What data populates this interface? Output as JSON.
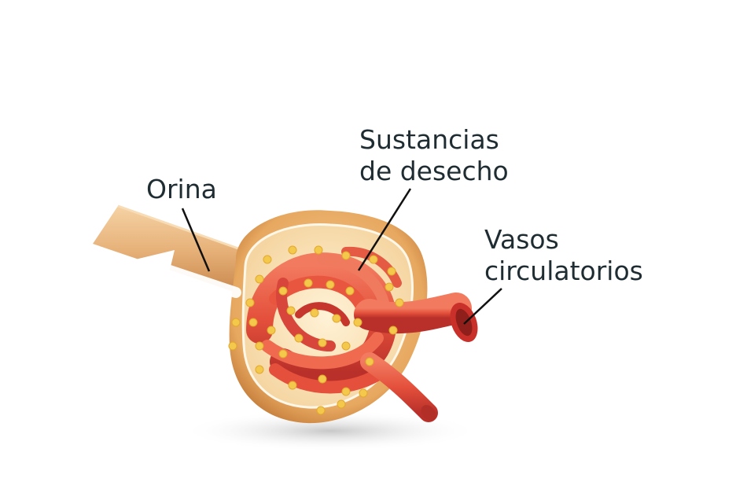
{
  "labels": {
    "urine": "Orina",
    "waste_line1": "Sustancias",
    "waste_line2": "de desecho",
    "vessels_line1": "Vasos",
    "vessels_line2": "circulatorios"
  },
  "colors": {
    "capsule_outer": "#e8a85e",
    "capsule_inner": "#fbe3b8",
    "vessel": "#e8523f",
    "vessel_dark": "#b52c22",
    "particle": "#f4c84a",
    "leader_line": "#111111",
    "text": "#1f2d33"
  }
}
